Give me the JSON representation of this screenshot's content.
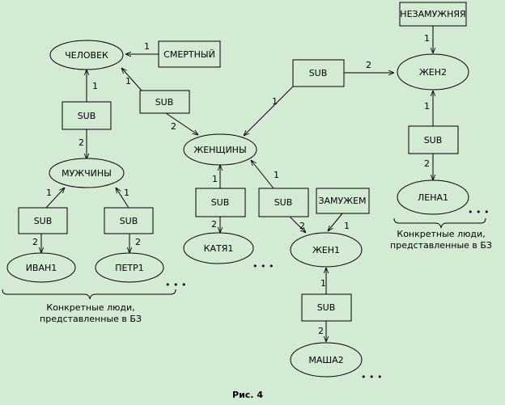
{
  "nodes": {
    "chelovek": "ЧЕЛОВЕК",
    "smertny": "СМЕРТНЫЙ",
    "sub_a": "SUB",
    "sub_b": "SUB",
    "muzhchiny": "МУЖЧИНЫ",
    "sub_c": "SUB",
    "sub_d": "SUB",
    "ivan": "ИВАН1",
    "petr": "ПЕТР1",
    "zhenshchiny": "ЖЕНЩИНЫ",
    "sub_e": "SUB",
    "sub_f": "SUB",
    "zamuzhem": "ЗАМУЖЕМ",
    "katya": "КАТЯ1",
    "zhen1": "ЖЕН1",
    "sub_g": "SUB",
    "masha": "МАША2",
    "sub_h": "SUB",
    "nezamuzhnyaya": "НЕЗАМУЖНЯЯ",
    "zhen2": "ЖЕН2",
    "sub_i": "SUB",
    "lena": "ЛЕНА1"
  },
  "edge_labels": {
    "smertny_chelovek": "1",
    "subA_chelovek": "1",
    "subA_muzhchiny": "2",
    "subB_chelovek": "1",
    "subB_zhenshchiny": "2",
    "subC_muzhchiny": "1",
    "subC_ivan": "2",
    "subD_muzhchiny": "1",
    "subD_petr": "2",
    "subE_zhenshchiny": "1",
    "subE_katya": "2",
    "subF_zhenshchiny": "1",
    "subF_zhen1": "2",
    "zamuzhem_zhen1": "1",
    "subG_zhen1": "1",
    "subG_masha": "2",
    "subH_zhenshchiny": "1",
    "subH_zhen2": "2",
    "nezamuzhnyaya_zhen2": "1",
    "subI_zhen2": "1",
    "subI_lena": "2"
  },
  "ellipsis": "• • •",
  "captions": {
    "left_line1": "Конкретные люди,",
    "left_line2": "представленные в БЗ",
    "right_line1": "Конкретные люди,",
    "right_line2": "представленные в БЗ"
  },
  "figure_caption": "Рис. 4"
}
